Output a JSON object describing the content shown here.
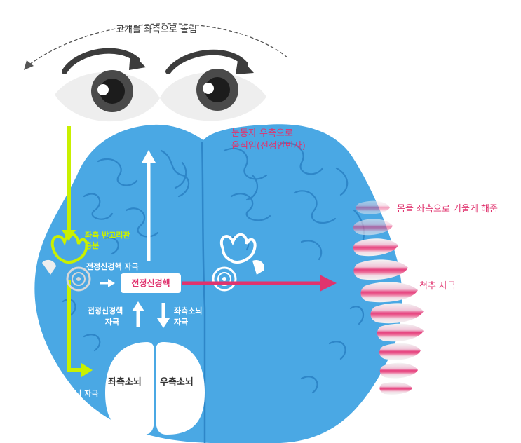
{
  "labels": {
    "head_turn": "고개를 좌측으로 돌림",
    "eye_move_line1": "눈동자 우측으로",
    "eye_move_line2": "움직임(전정안반사)",
    "canal_line1": "좌측 반고리관",
    "canal_line2": "흥분",
    "nucleus_stim": "전정신경핵 자극",
    "nucleus": "전정신경핵",
    "nucleus_stim2_line1": "전정신경핵",
    "nucleus_stim2_line2": "자극",
    "cereb_stim_line1": "좌측소뇌",
    "cereb_stim_line2": "자극",
    "left_cereb_stim": "좌측소뇌 자극",
    "left_cerebellum": "좌측소뇌",
    "right_cerebellum": "우측소뇌",
    "body_tilt": "몸을 좌측으로 기울게 해줌",
    "spine_stim": "척추 자극"
  },
  "colors": {
    "brain": "#4aa8e4",
    "brain_fold": "#2e86c8",
    "pink": "#e0336e",
    "lime": "#c9f000",
    "white": "#ffffff"
  },
  "icons": [
    "eye-icon",
    "inner-ear-icon",
    "spine-icon",
    "rotation-arrow-icon"
  ]
}
